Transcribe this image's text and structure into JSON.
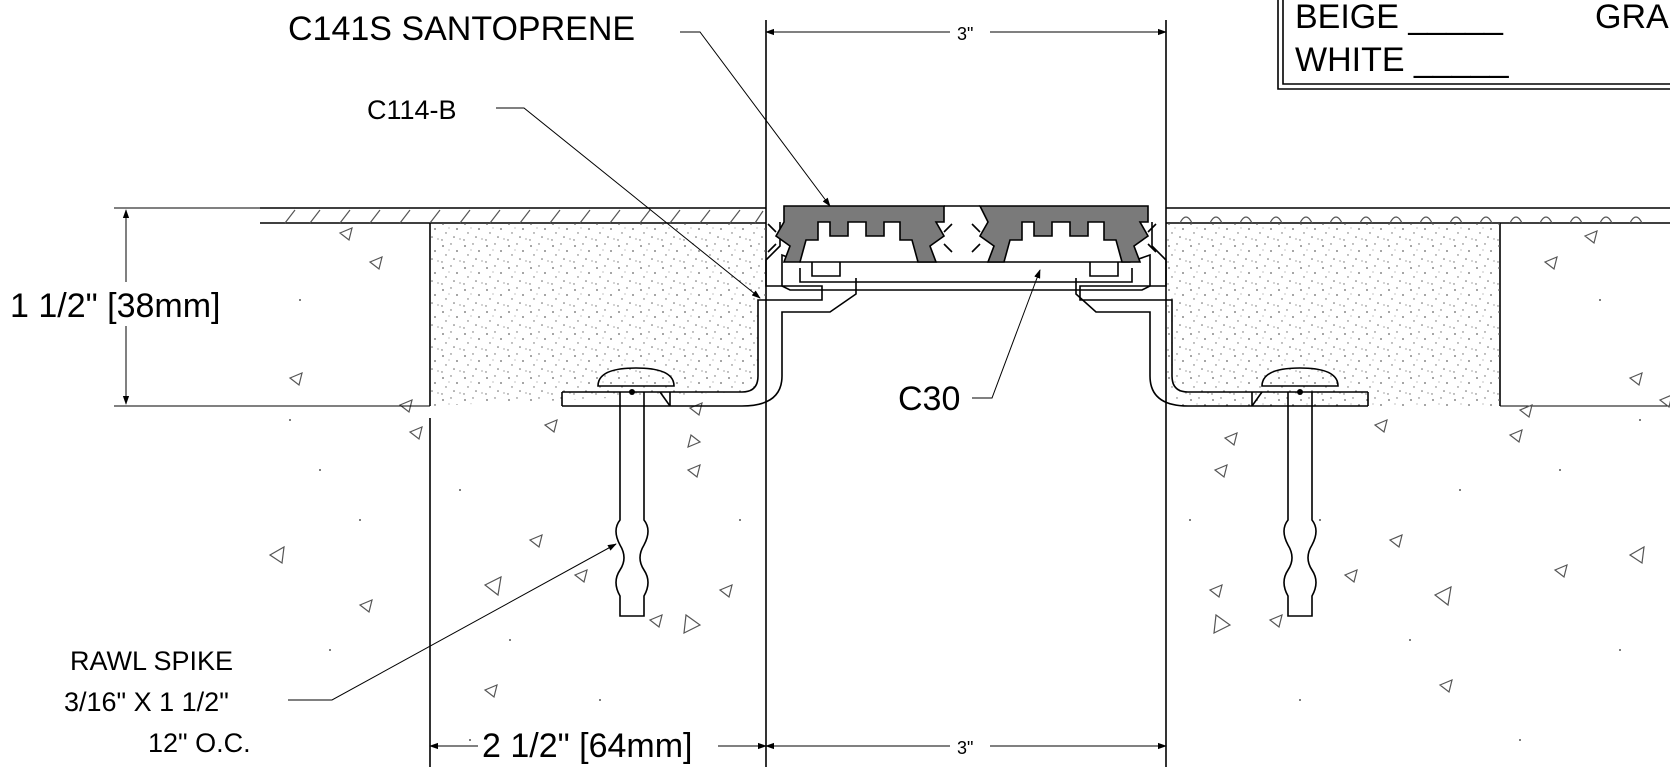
{
  "labels": {
    "santoprene": "C141S SANTOPRENE",
    "c114b": "C114-B",
    "c30": "C30",
    "height_dim": "1 1/2\" [38mm]",
    "top_width": "3\"",
    "bottom_width": "3\"",
    "flange_dim": "2 1/2\" [64mm]",
    "rawl_line1": "RAWL SPIKE",
    "rawl_line2": "3/16\" X 1 1/2\"",
    "rawl_line3": "12\" O.C."
  },
  "color_box": {
    "beige": "BEIGE _____",
    "gray": "GRA",
    "white": "WHITE _____"
  }
}
